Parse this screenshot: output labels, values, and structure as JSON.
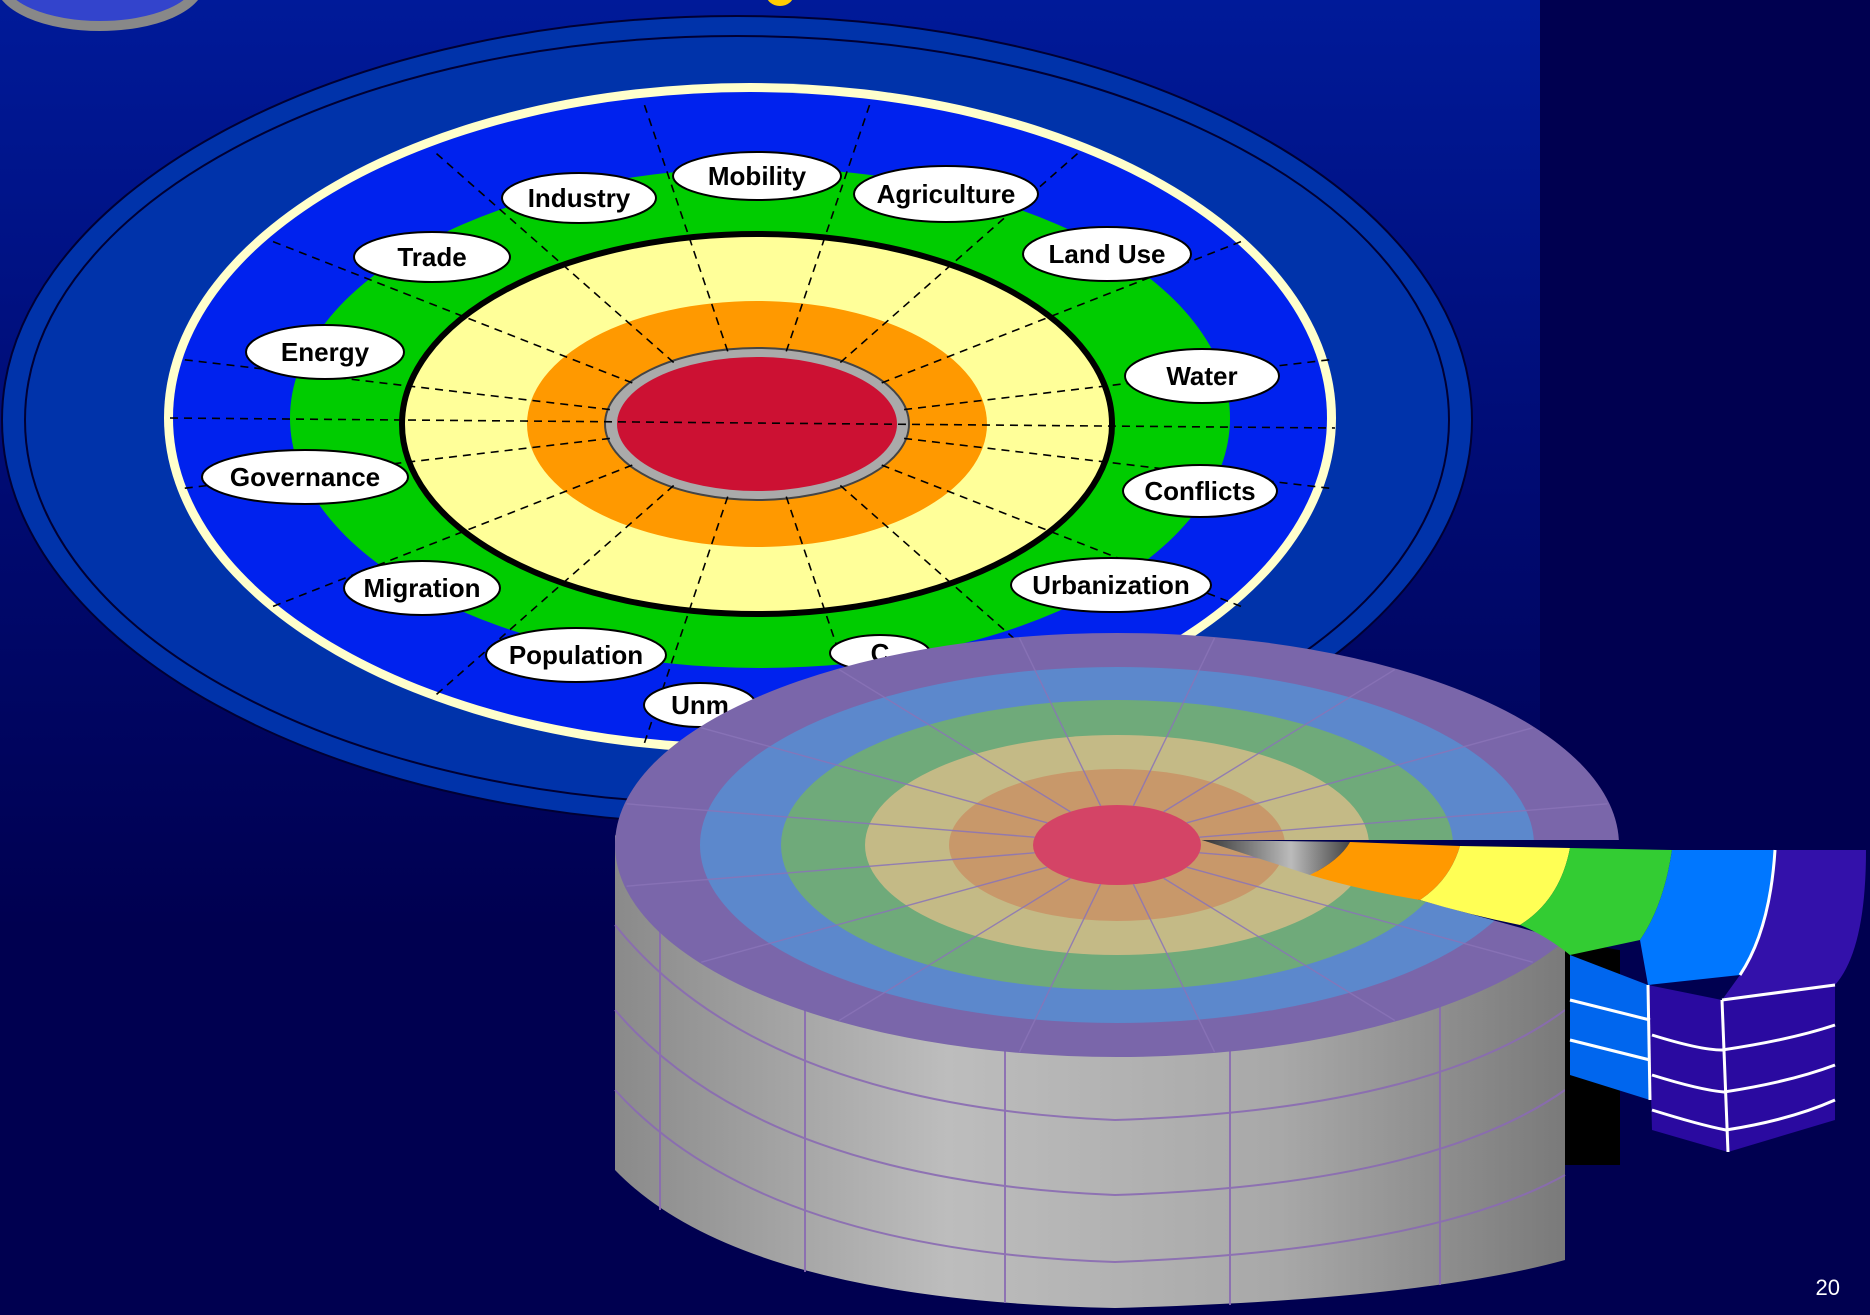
{
  "colors": {
    "background_top": "#001a99",
    "background_bottom": "#000050",
    "outer_ring": "#0033aa",
    "blue_ring": "#0022ee",
    "green_ring": "#00cc00",
    "pale_ring": "#ffff99",
    "orange_ring": "#ff9900",
    "core": "#cc1133",
    "core_border": "#888888",
    "label_fill": "#ffffff",
    "label_text": "#000000"
  },
  "diagram": {
    "labels": [
      {
        "name": "mobility",
        "text": "Mobility"
      },
      {
        "name": "agriculture",
        "text": "Agriculture"
      },
      {
        "name": "land-use",
        "text": "Land Use"
      },
      {
        "name": "water",
        "text": "Water"
      },
      {
        "name": "conflicts",
        "text": "Conflicts"
      },
      {
        "name": "urbanization",
        "text": "Urbanization"
      },
      {
        "name": "unmarked-lower-right",
        "text": "C"
      },
      {
        "name": "unmarked-bottom",
        "text": "Unm"
      },
      {
        "name": "population",
        "text": "Population"
      },
      {
        "name": "migration",
        "text": "Migration"
      },
      {
        "name": "governance",
        "text": "Governance"
      },
      {
        "name": "energy",
        "text": "Energy"
      },
      {
        "name": "trade",
        "text": "Trade"
      },
      {
        "name": "industry",
        "text": "Industry"
      }
    ]
  },
  "slide": {
    "page_number": "20"
  }
}
